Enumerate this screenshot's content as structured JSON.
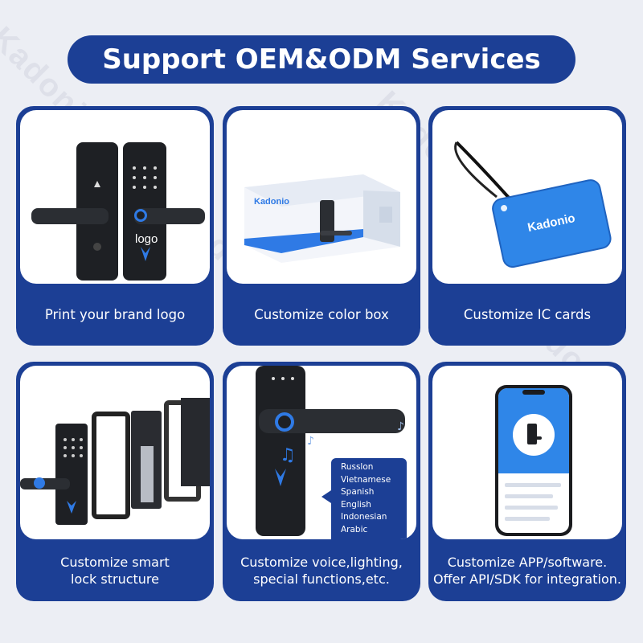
{
  "title": "Support OEM&ODM Services",
  "brand": "Kadonio",
  "cards": [
    {
      "caption": "Print your brand logo",
      "logo_text": "logo"
    },
    {
      "caption": "Customize color box"
    },
    {
      "caption": "Customize IC cards"
    },
    {
      "caption": "Customize smart\nlock structure"
    },
    {
      "caption": "Customize voice,lighting,\nspecial functions,etc.",
      "languages": [
        "Russlon",
        "Vietnamese",
        "Spanish",
        "English",
        "Indonesian",
        "Arabic"
      ]
    },
    {
      "caption": "Customize APP/software.\nOffer API/SDK for integration."
    }
  ],
  "colors": {
    "primary": "#1c3f95",
    "background": "#eceef4",
    "accent_blue": "#2f7ae5"
  }
}
